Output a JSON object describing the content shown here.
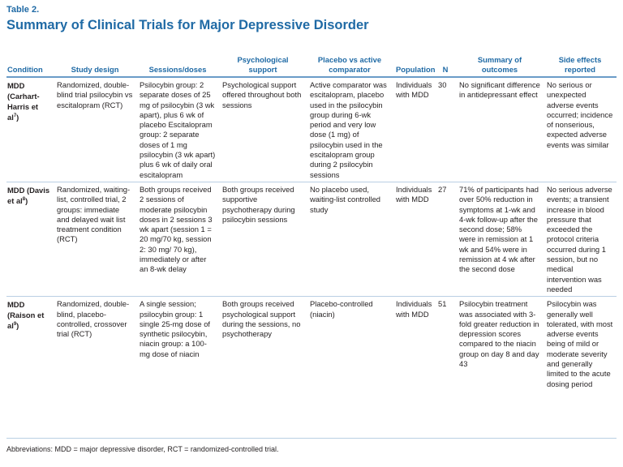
{
  "table_label": "Table 2.",
  "title": "Summary of Clinical Trials for Major Depressive Disorder",
  "columns": [
    "Condition",
    "Study design",
    "Sessions/doses",
    "Psychological support",
    "Placebo vs active comparator",
    "Population",
    "N",
    "Summary of outcomes",
    "Side effects reported"
  ],
  "rows": [
    {
      "condition_main": "MDD (Carhart-Harris et al",
      "condition_ref": "7",
      "condition_end": ")",
      "study_design": "Randomized, double-blind trial psilocybin vs escitalopram (RCT)",
      "sessions_doses": "Psilocybin group: 2 separate doses of 25 mg of psilocybin (3 wk apart), plus 6 wk of placebo Escitalopram group: 2 separate doses of 1 mg psilocybin (3 wk apart) plus 6 wk of daily oral escitalopram",
      "psych_support": "Psychological support offered throughout both sessions",
      "comparator": "Active comparator was escitalopram, placebo used in the psilocybin group during 6-wk period and very low dose (1 mg) of psilocybin used in the escitalopram group during 2 psilocybin sessions",
      "population": "Individuals with MDD",
      "n": "30",
      "outcomes": "No significant difference in antidepressant effect",
      "side_effects": "No serious or unexpected adverse events occurred; incidence of nonserious, expected adverse events was similar"
    },
    {
      "condition_main": "MDD (Davis et al",
      "condition_ref": "8",
      "condition_end": ")",
      "study_design": "Randomized, waiting-list, controlled trial, 2 groups: immediate and delayed wait list treatment condition (RCT)",
      "sessions_doses": "Both groups received 2 sessions of moderate psilocybin doses in 2 sessions 3 wk apart (session 1 = 20 mg/70 kg, session 2: 30 mg/ 70 kg), immediately or after an 8-wk delay",
      "psych_support": "Both groups received supportive psychotherapy during psilocybin sessions",
      "comparator": "No placebo used, waiting-list controlled study",
      "population": "Individuals with MDD",
      "n": "27",
      "outcomes": "71% of participants had over 50% reduction in symptoms at 1-wk and 4-wk follow-up after the second dose; 58% were in remission at 1 wk and 54% were in remission at 4 wk after the second dose",
      "side_effects": "No serious adverse events; a transient increase in blood pressure that exceeded the protocol criteria occurred during 1 session, but no medical intervention was needed"
    },
    {
      "condition_main": "MDD (Raison et al",
      "condition_ref": "9",
      "condition_end": ")",
      "study_design": "Randomized, double-blind, placebo-controlled, crossover trial (RCT)",
      "sessions_doses": "A single session; psilocybin group: 1 single 25-mg dose of synthetic psilocybin, niacin group: a 100-mg dose of niacin",
      "psych_support": "Both groups received psychological support during the sessions, no psychotherapy",
      "comparator": "Placebo-controlled (niacin)",
      "population": "Individuals with MDD",
      "n": "51",
      "outcomes": "Psilocybin treatment was associated with 3-fold greater reduction in depression scores compared to the niacin group on day 8 and day 43",
      "side_effects": "Psilocybin was generally well tolerated, with most adverse events being of mild or moderate severity and generally limited to the acute dosing period"
    }
  ],
  "footnote": "Abbreviations: MDD = major depressive disorder, RCT = randomized-controlled trial."
}
